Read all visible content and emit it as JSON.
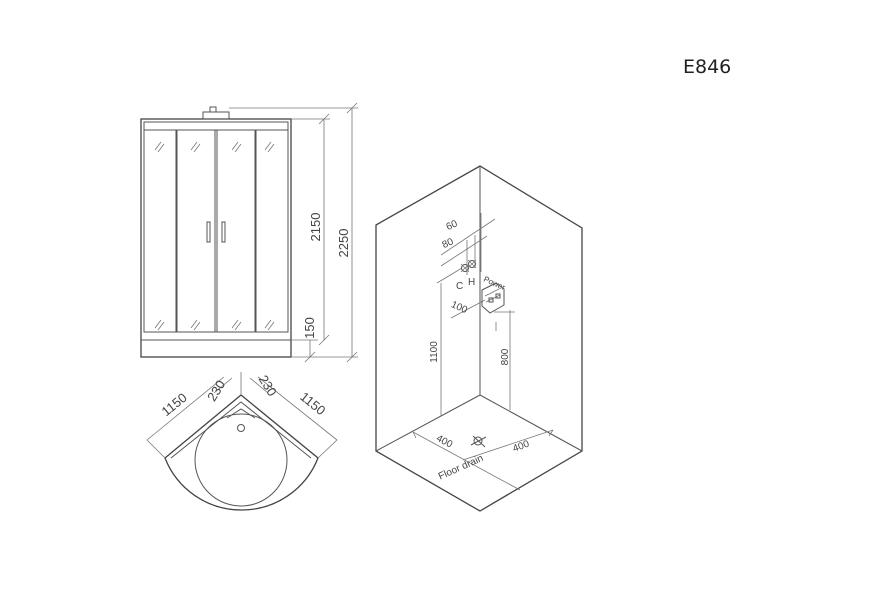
{
  "model": "E846",
  "front_view": {
    "total_height": "2250",
    "cabin_height": "2150",
    "base_height": "150"
  },
  "plan_view": {
    "left_width": "1150",
    "right_width": "1150",
    "left_door": "230",
    "right_door": "230"
  },
  "install_view": {
    "dim_60": "60",
    "dim_80": "80",
    "cold_label": "C",
    "hot_label": "H",
    "power_label": "Power",
    "dim_100": "100",
    "valve_height": "1100",
    "power_height": "800",
    "drain_left": "400",
    "drain_right": "400",
    "drain_label": "Floor drain"
  }
}
